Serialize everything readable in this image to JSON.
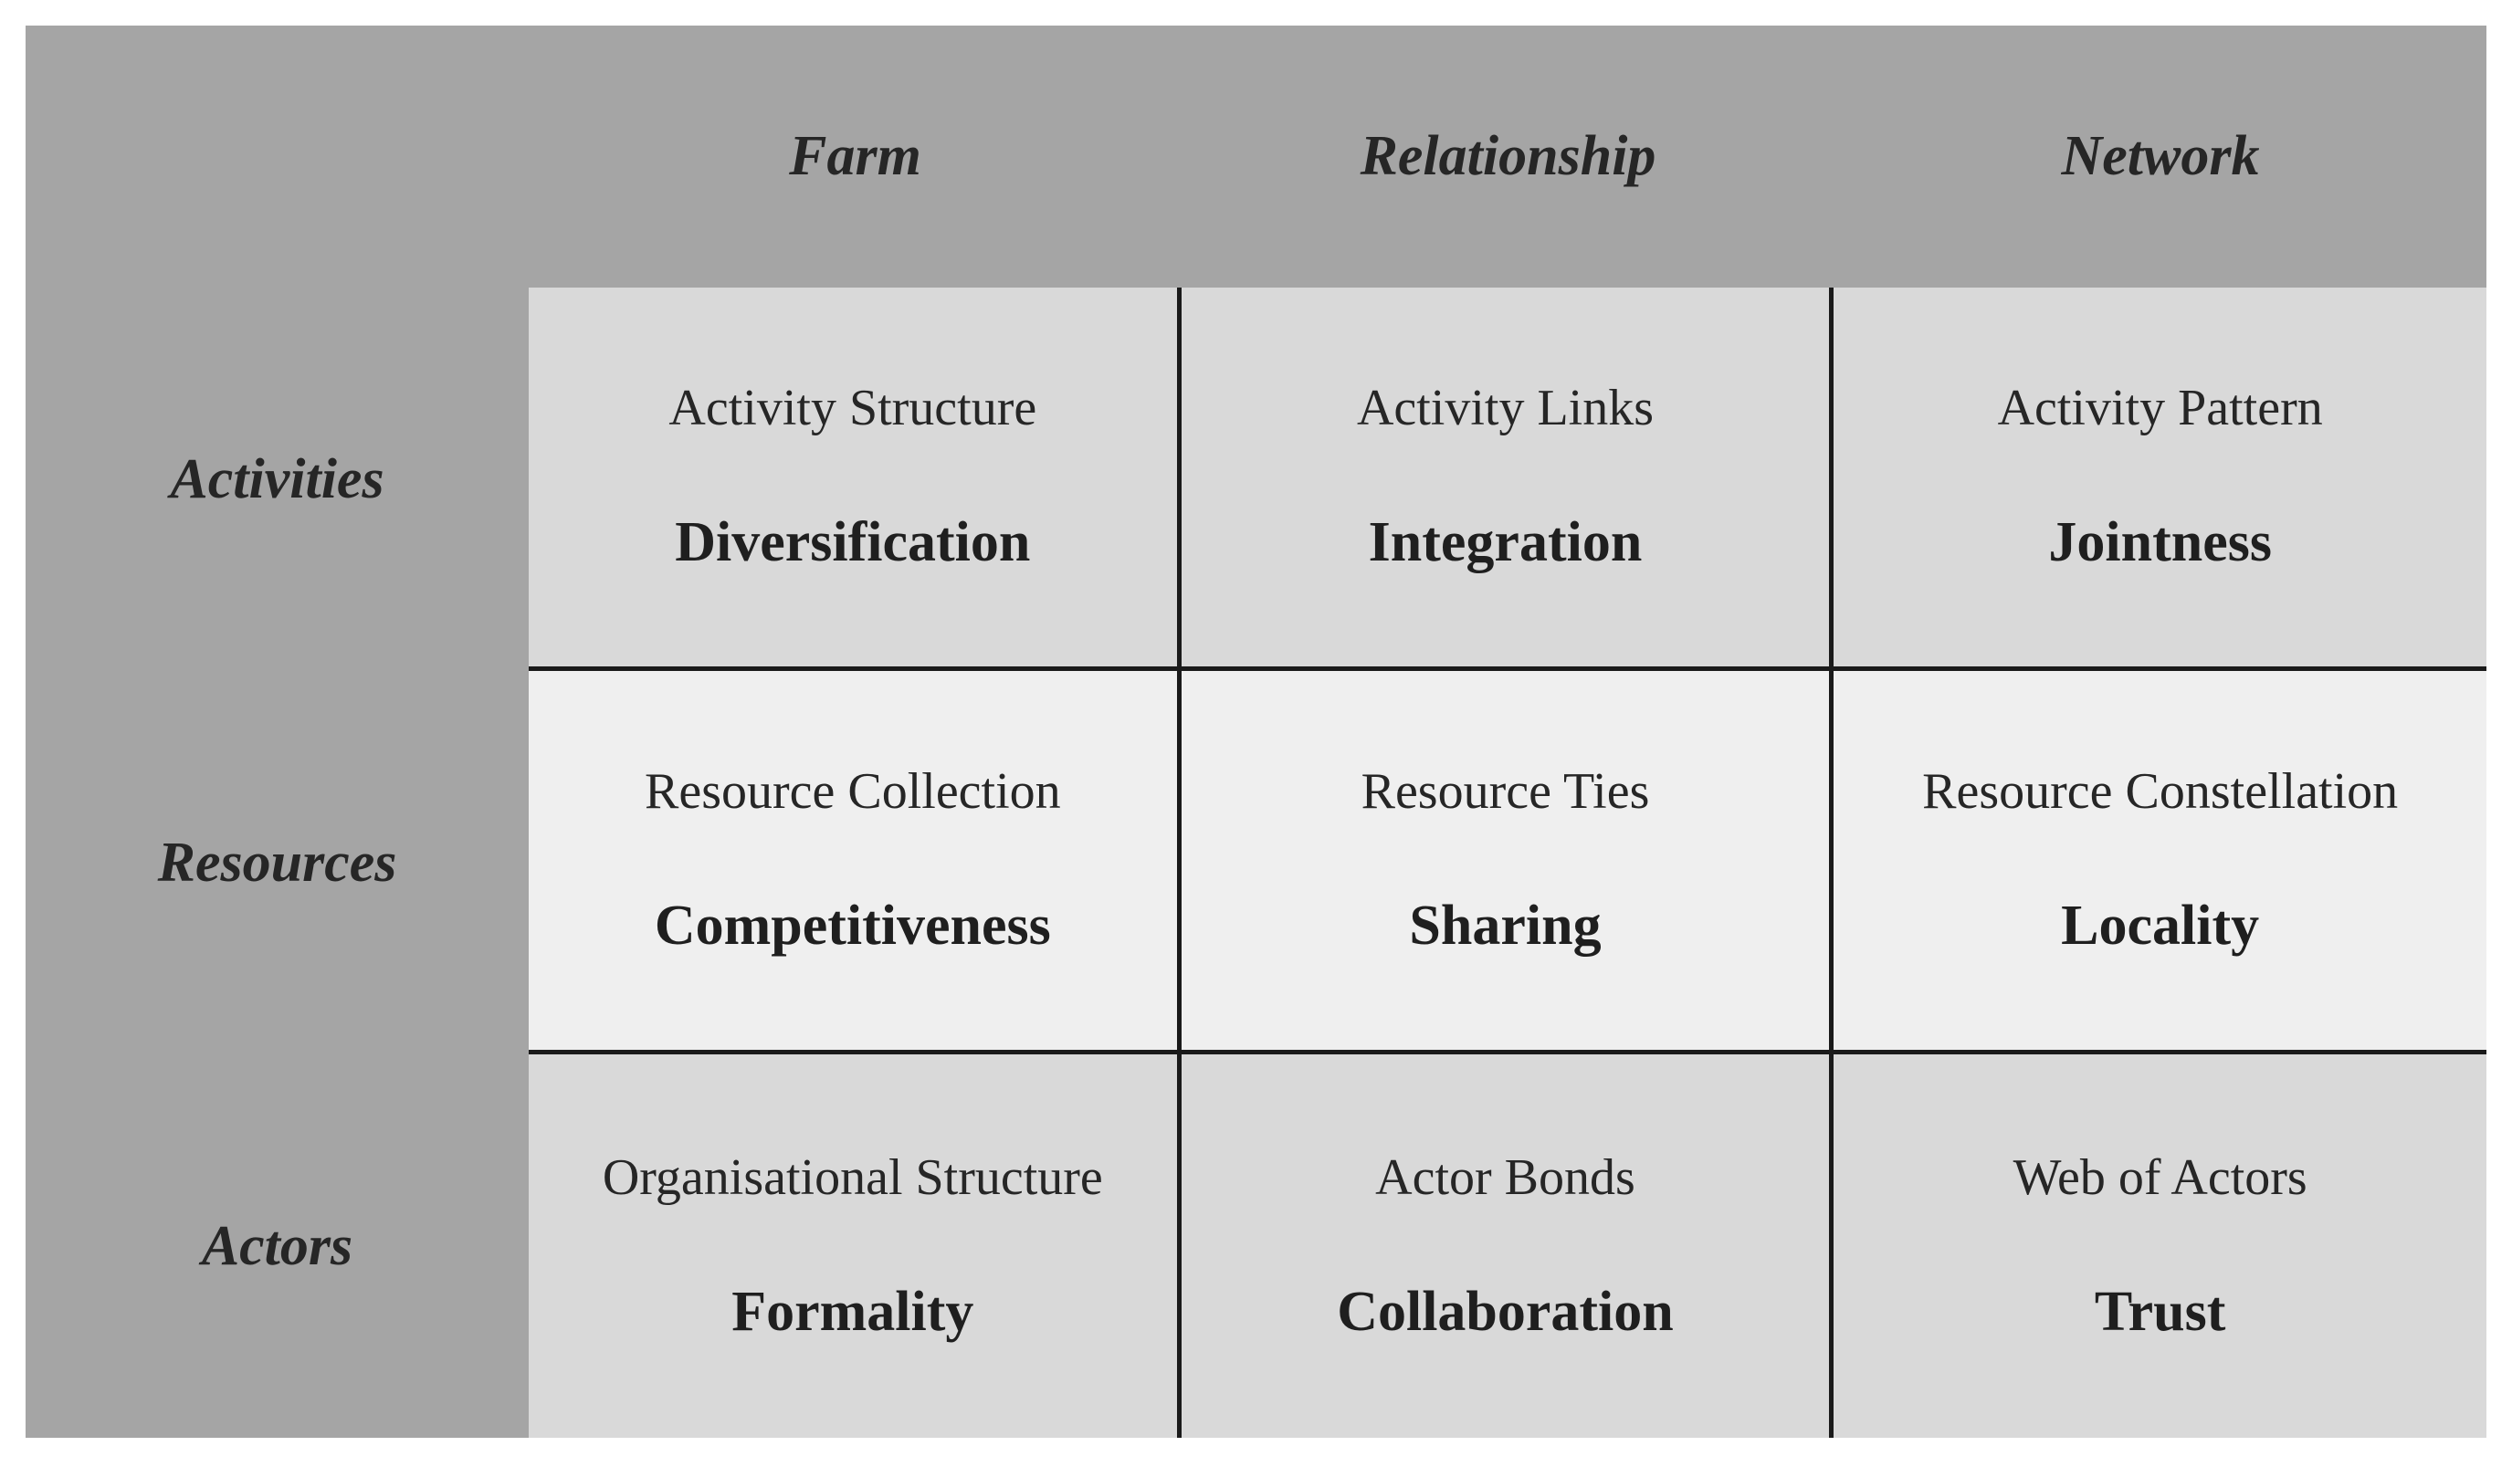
{
  "columns": [
    "Farm",
    "Relationship",
    "Network"
  ],
  "rows": [
    "Activities",
    "Resources",
    "Actors"
  ],
  "cells": [
    [
      {
        "label": "Activity Structure",
        "value": "Diversification"
      },
      {
        "label": "Activity Links",
        "value": "Integration"
      },
      {
        "label": "Activity Pattern",
        "value": "Jointness"
      }
    ],
    [
      {
        "label": "Resource Collection",
        "value": "Competitiveness"
      },
      {
        "label": "Resource Ties",
        "value": "Sharing"
      },
      {
        "label": "Resource Constellation",
        "value": "Locality"
      }
    ],
    [
      {
        "label": "Organisational Structure",
        "value": "Formality"
      },
      {
        "label": "Actor Bonds",
        "value": "Collaboration"
      },
      {
        "label": "Web of Actors",
        "value": "Trust"
      }
    ]
  ],
  "colors": {
    "frame": "#a5a5a5",
    "cell_dark": "#d9d9d9",
    "cell_light": "#efefef",
    "divider": "#1a1a1a"
  }
}
